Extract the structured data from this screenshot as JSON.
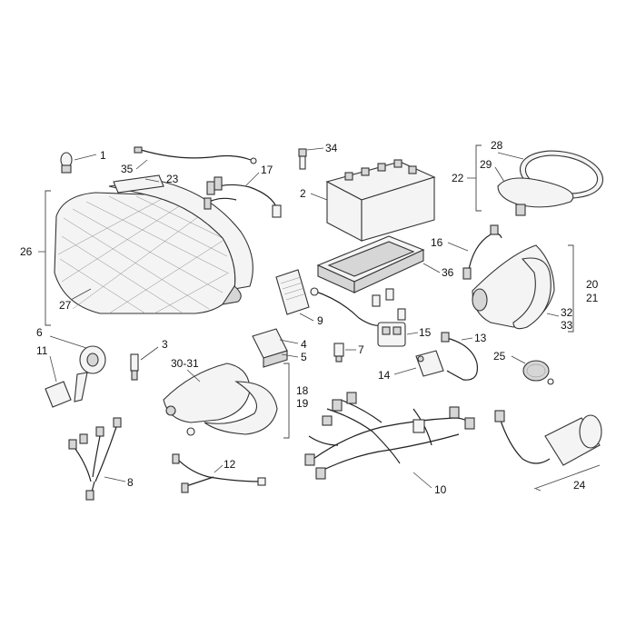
{
  "diagram": {
    "labels": {
      "l1": "1",
      "l2": "2",
      "l3": "3",
      "l4": "4",
      "l5": "5",
      "l6": "6",
      "l7": "7",
      "l8": "8",
      "l9": "9",
      "l10": "10",
      "l11": "11",
      "l12": "12",
      "l13": "13",
      "l14": "14",
      "l15": "15",
      "l16": "16",
      "l17": "17",
      "l18": "18",
      "l19": "19",
      "l20": "20",
      "l21": "21",
      "l22": "22",
      "l23": "23",
      "l24": "24",
      "l25": "25",
      "l26": "26",
      "l27": "27",
      "l28": "28",
      "l29": "29",
      "l3031": "30-31",
      "l32": "32",
      "l33": "33",
      "l34": "34",
      "l35": "35",
      "l36": "36"
    }
  }
}
